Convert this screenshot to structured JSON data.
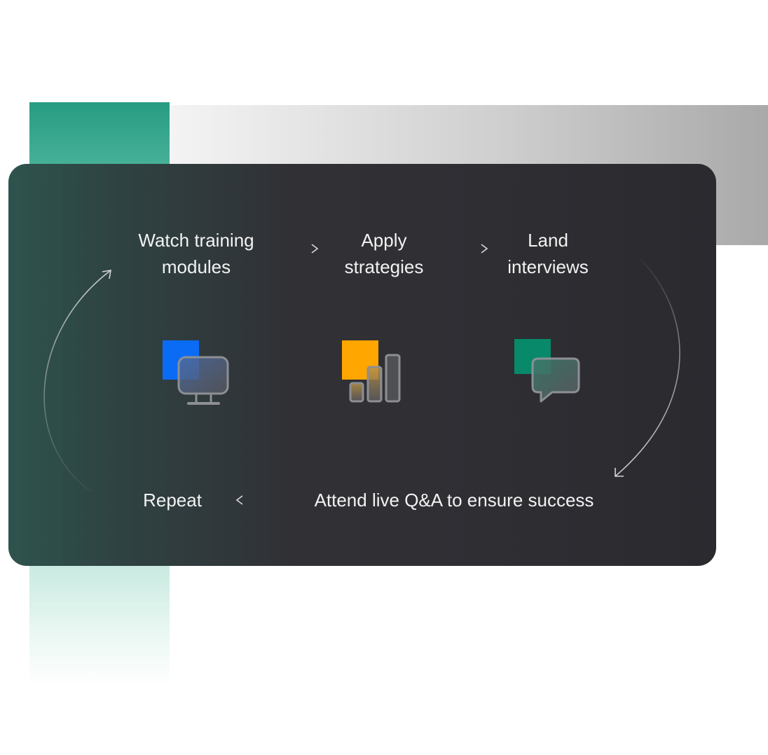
{
  "steps": {
    "watch": {
      "line1": "Watch training",
      "line2": "modules"
    },
    "apply": {
      "line1": "Apply",
      "line2": "strategies"
    },
    "land": {
      "line1": "Land",
      "line2": "interviews"
    },
    "attend": {
      "text": "Attend live Q&A to ensure success"
    },
    "repeat": {
      "text": "Repeat"
    }
  },
  "icons": {
    "watch": "monitor-icon",
    "apply": "bar-chart-icon",
    "land": "chat-bubble-icon"
  },
  "colors": {
    "blue_accent": "#0a6cf5",
    "orange_accent": "#ffa600",
    "green_accent": "#07896a",
    "teal_deco": "#2a9d84"
  }
}
